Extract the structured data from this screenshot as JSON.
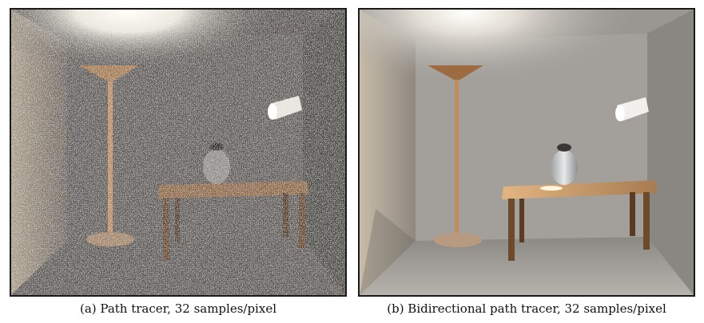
{
  "figures": [
    {
      "id": "a",
      "caption": "(a) Path tracer, 32 samples/pixel"
    },
    {
      "id": "b",
      "caption": "(b) Bidirectional path tracer, 32 samples/pixel"
    }
  ],
  "colors": {
    "wall_grey": "#8a8784",
    "wall_dark": "#4e4a46",
    "floor": "#6c6864",
    "light_glow": "#fffdf4",
    "wood": "#8a5a2e",
    "wood_light": "#c79a62",
    "border": "#1a1a1a"
  }
}
